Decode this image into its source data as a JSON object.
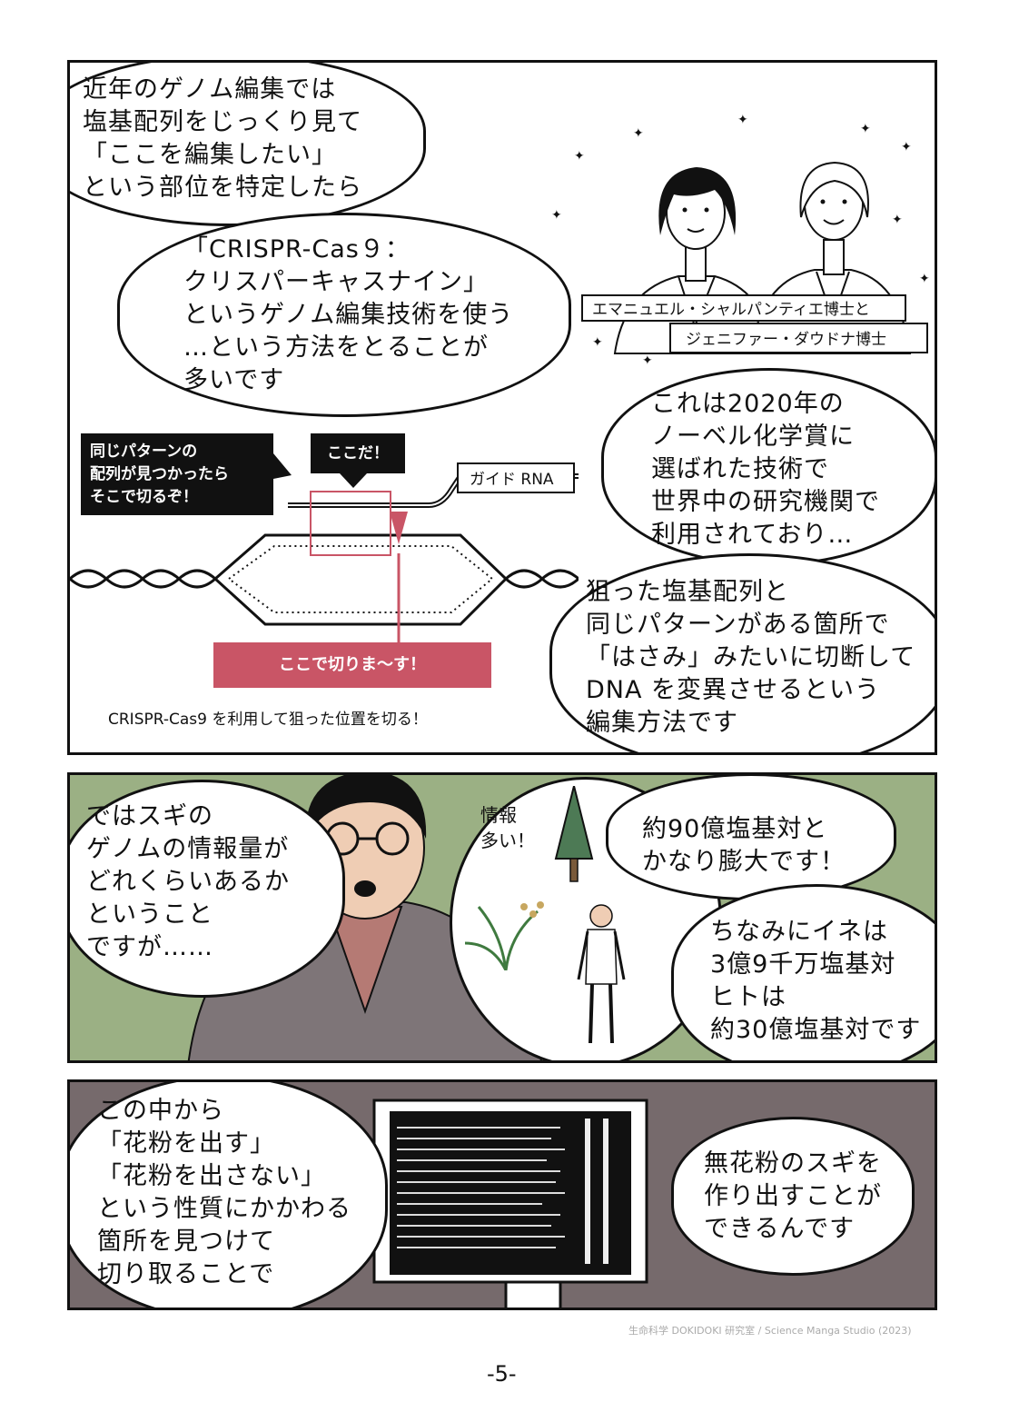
{
  "panel1": {
    "bubble_top": "近年のゲノム編集では\n塩基配列をじっくり見て\n「ここを編集したい」\nという部位を特定したら",
    "bubble_crispr": "「CRISPR-Cas９：\nクリスパーキャスナイン」\nというゲノム編集技術を使う\n…という方法をとることが\n多いです",
    "caption_line1": "エマニュエル・シャルパンティエ博士と",
    "caption_line2": "ジェニファー・ダウドナ博士",
    "bubble_nobel": "これは2020年の\nノーベル化学賞に\n選ばれた技術で\n世界中の研究機関で\n利用されており…",
    "bubble_method": "狙った塩基配列と\n同じパターンがある箇所で\n「はさみ」みたいに切断して\nDNA を変異させるという\n編集方法です",
    "diagram": {
      "pattern_note": "同じパターンの\n配列が見つかったら\nそこで切るぞ！",
      "here_label": "ここだ！",
      "guide_rna_label": "ガイド RNA",
      "cut_label": "ここで切りま〜す！",
      "diagram_caption": "CRISPR-Cas9 を利用して狙った位置を切る！"
    }
  },
  "panel2": {
    "bubble_left": "ではスギの\nゲノムの情報量が\nどれくらいあるか\nということ\nですが……",
    "info_note": "情報\n多い！",
    "bubble_right_top": "約90億塩基対と\nかなり膨大です！",
    "bubble_right_bottom": "ちなみにイネは\n3億9千万塩基対\nヒトは\n約30億塩基対です"
  },
  "panel3": {
    "bubble_left": "この中から\n「花粉を出す」\n「花粉を出さない」\nという性質にかかわる\n箇所を見つけて\n切り取ることで",
    "bubble_right": "無花粉のスギを\n作り出すことが\nできるんです"
  },
  "footer": {
    "credit": "生命科学 DOKIDOKI 研究室 / Science Manga Studio (2023)",
    "page_number": "-5-"
  },
  "colors": {
    "panel2_bg": "#9bb084",
    "panel3_bg": "#766a6c",
    "accent_red": "#c95566"
  }
}
